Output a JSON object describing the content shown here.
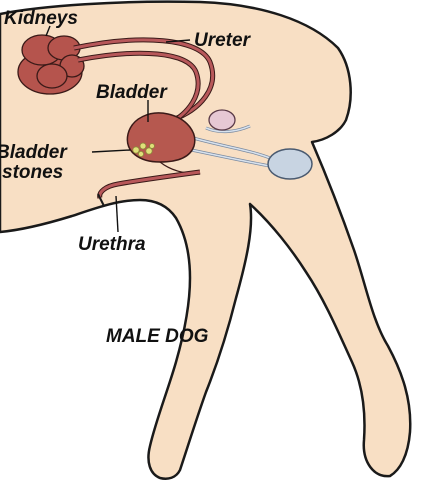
{
  "labels": {
    "kidneys": "Kidneys",
    "ureter": "Ureter",
    "bladder": "Bladder",
    "bladder_stones_line1": "Bladder",
    "bladder_stones_line2": "stones",
    "urethra": "Urethra",
    "caption": "MALE DOG"
  },
  "colors": {
    "body_fill": "#f8dfc4",
    "outline": "#1a1a1a",
    "kidney": "#b5544d",
    "tract": "#b8585a",
    "bladder": "#b6584f",
    "stones": "#e0e07a",
    "testis": "#c8d4e2",
    "gland": "#e6c8d4"
  }
}
